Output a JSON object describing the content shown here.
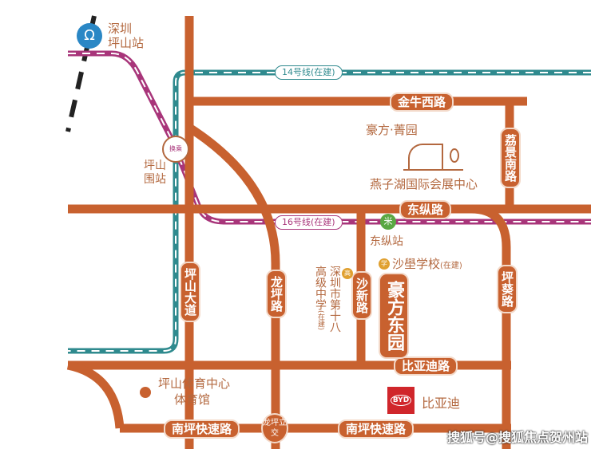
{
  "colors": {
    "road": "#c8612f",
    "line14": "#2f8a8e",
    "line16": "#a8357a",
    "station": "#2a87c5",
    "metro": "#5aa843",
    "byd": "#d0262b"
  },
  "stations": {
    "pingshan_rail": "深圳\n坪山站",
    "pingshanwei": "坪山\n围站",
    "interchange": "换乘",
    "dongzong": "东纵站",
    "dongzong_icon": "米"
  },
  "metro": {
    "line14": "14号线(在建)",
    "line16": "16号线(在建)"
  },
  "roads": {
    "jinniu": "金牛西路",
    "lijing": "荔景南路",
    "dongzong": "东纵路",
    "pingshan_ave": "坪山大道",
    "longping": "龙坪路",
    "shaxin": "沙新路",
    "pingkui": "坪葵路",
    "byd_road": "比亚迪路",
    "nanping1": "南坪快速路",
    "nanping2": "南坪快速路",
    "longping_interchange": "龙坪立交"
  },
  "pois": {
    "haofang_jingyuan": "豪方·菁园",
    "yanzihu": "燕子湖国际会展中心",
    "shabei": "沙壆学校",
    "shabei_status": "(在建)",
    "school_badge": "学",
    "high_school": "深圳市第十八高级中学",
    "high_school_status": "(在建)",
    "high_badge": "高",
    "sports": "坪山体育中心",
    "gym": "体育馆",
    "byd": "比亚迪",
    "byd_logo": "BYD"
  },
  "project": "豪方东园",
  "watermark": "搜狐号@搜狐焦点贺州站"
}
